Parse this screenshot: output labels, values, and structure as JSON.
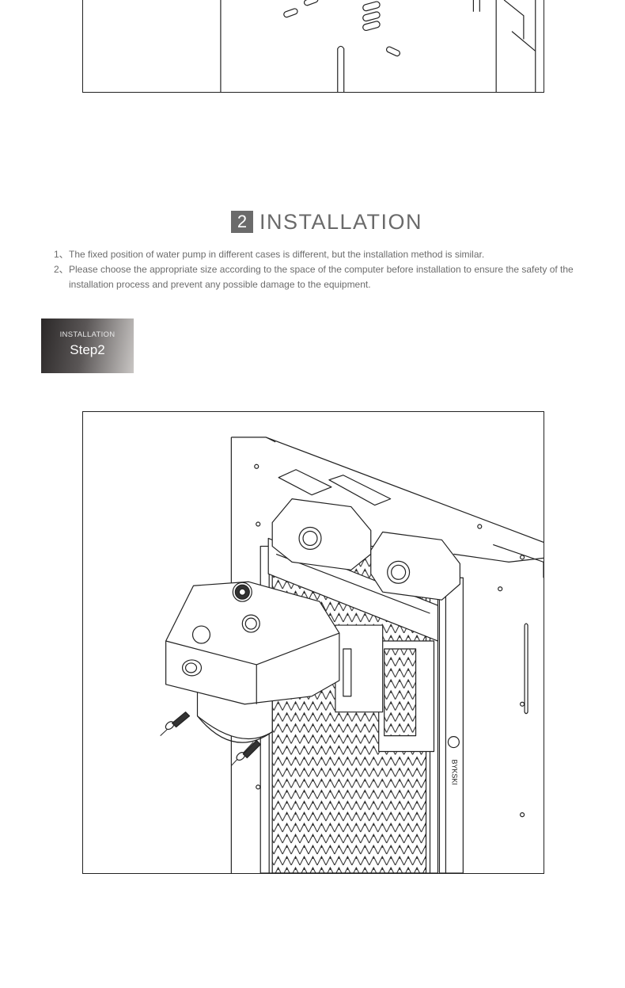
{
  "section": {
    "number": "2",
    "title": "INSTALLATION"
  },
  "notes": [
    {
      "num": "1、",
      "text": "The fixed position of water pump in different cases is different, but the installation method is similar."
    },
    {
      "num": "2、",
      "text": "Please choose the appropriate size according to the space of the computer before installation to ensure the safety of the installation process and prevent any possible damage to the equipment."
    }
  ],
  "step_badge": {
    "kicker": "INSTALLATION",
    "label": "Step2"
  },
  "illustration": {
    "pump_logo_icon": "pump-logo-icon",
    "radiator_brand_text": "BYKSKI"
  }
}
